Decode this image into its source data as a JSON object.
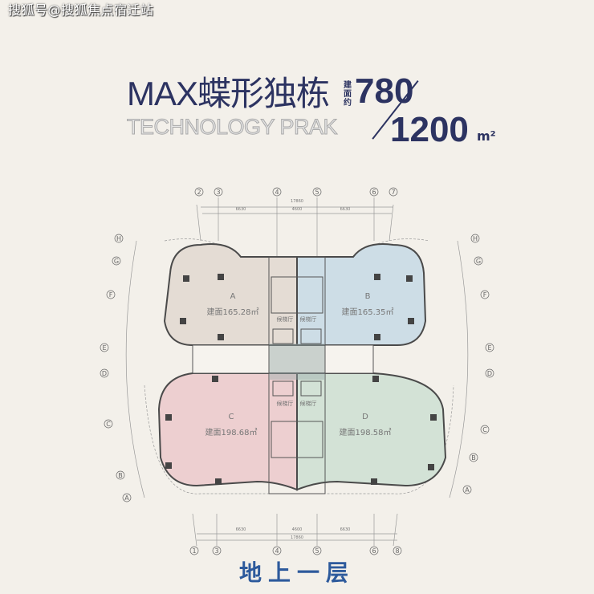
{
  "watermark": "搜狐号@搜狐焦点宿迁站",
  "header": {
    "title": "MAX蝶形独栋",
    "subtitle": "TECHNOLOGY PRAK",
    "area_label": "建面约",
    "area_min": "780",
    "area_max": "1200",
    "area_unit": "m²"
  },
  "units": [
    {
      "name": "A",
      "area": "建面165.28㎡",
      "color": "#e4dcd4"
    },
    {
      "name": "B",
      "area": "建面165.35㎡",
      "color": "#cddde6"
    },
    {
      "name": "C",
      "area": "建面198.68㎡",
      "color": "#edcfd0"
    },
    {
      "name": "D",
      "area": "建面198.58㎡",
      "color": "#d3e2d6"
    }
  ],
  "hall_label": "候梯厅",
  "grid_top": [
    "2",
    "3",
    "4",
    "5",
    "6",
    "7"
  ],
  "grid_bottom": [
    "1",
    "3",
    "4",
    "5",
    "6",
    "8"
  ],
  "grid_side": [
    "H",
    "G",
    "F",
    "E",
    "D",
    "C",
    "B",
    "A"
  ],
  "dimensions": {
    "total": "17860",
    "side": "6630",
    "center": "4600"
  },
  "floor_label": "地上一层"
}
